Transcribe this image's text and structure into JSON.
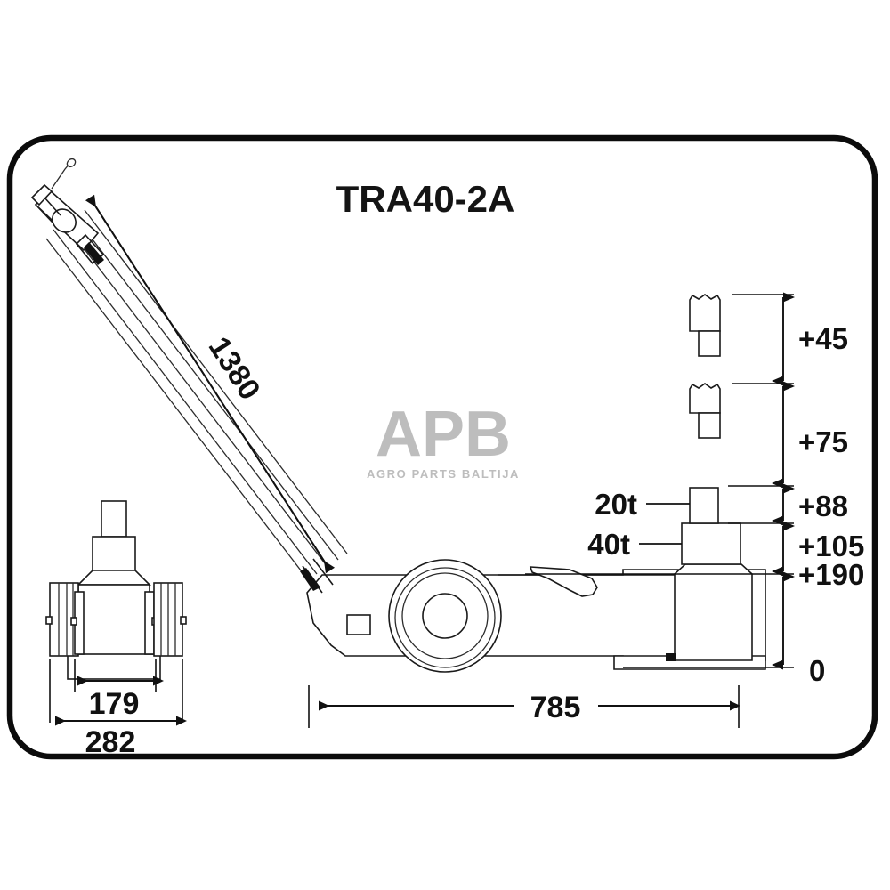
{
  "page": {
    "kind": "technical-drawing",
    "background_color": "#ffffff",
    "line_color": "#1a1a1a",
    "frame_color": "#0b0b0b"
  },
  "title": {
    "text": "TRA40-2A"
  },
  "watermark": {
    "logo_text": "APB",
    "tagline": "AGRO PARTS BALTIJA",
    "color": "#bdbdbd"
  },
  "dimensions": {
    "boom_length": "1380",
    "base_length": "785",
    "wheel_track_inner": "179",
    "wheel_track_outer": "282",
    "height_stack": [
      {
        "id": "plus-45",
        "label": "+45"
      },
      {
        "id": "plus-75",
        "label": "+75"
      },
      {
        "id": "plus-88",
        "label": "+88"
      },
      {
        "id": "plus-105",
        "label": "+105"
      },
      {
        "id": "plus-190",
        "label": "+190"
      },
      {
        "id": "zero",
        "label": "0"
      }
    ]
  },
  "capacity_labels": [
    {
      "id": "cap-20t",
      "label": "20t"
    },
    {
      "id": "cap-40t",
      "label": "40t"
    }
  ]
}
